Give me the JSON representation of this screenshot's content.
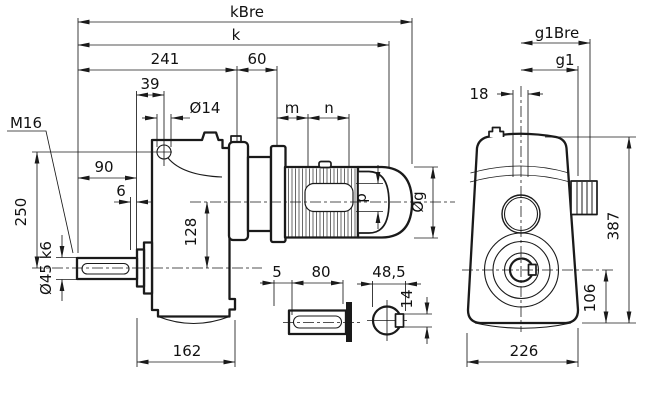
{
  "drawing": {
    "background": "#ffffff",
    "line_color": "#1a1a1a"
  },
  "side_view": {
    "dim_kbre": "kBre",
    "dim_k": "k",
    "dim_241": "241",
    "dim_60": "60",
    "dim_39": "39",
    "dim_dia14": "Ø14",
    "label_m16": "M16",
    "dim_m": "m",
    "dim_n": "n",
    "dim_90": "90",
    "dim_6": "6",
    "dim_128": "128",
    "dim_250": "250",
    "dim_dia45_k6": "Ø45 k6",
    "dim_162": "162",
    "dim_p": "p",
    "dim_dia_g": "Øg"
  },
  "shaft_detail": {
    "dim_5": "5",
    "dim_80": "80"
  },
  "bore_detail": {
    "dim_48_5": "48,5",
    "dim_14": "14"
  },
  "front_view": {
    "dim_g1bre": "g1Bre",
    "dim_g1": "g1",
    "dim_18": "18",
    "dim_387": "387",
    "dim_106": "106",
    "dim_226": "226"
  }
}
